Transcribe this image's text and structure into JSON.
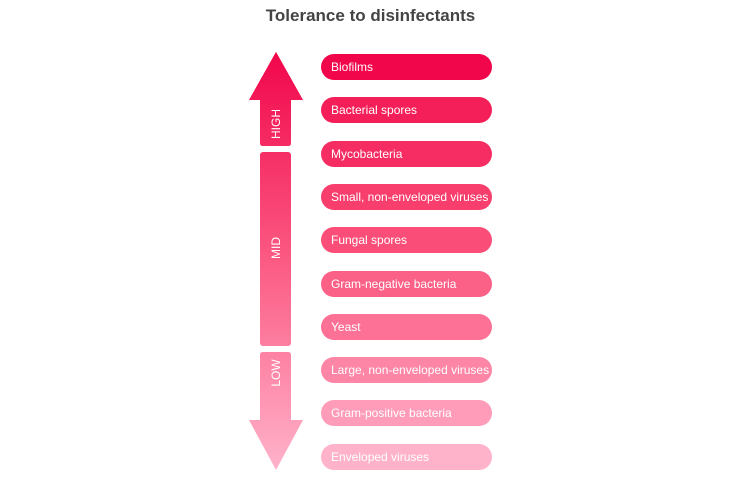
{
  "title": "Tolerance to disinfectants",
  "levels": {
    "high": "HIGH",
    "mid": "MID",
    "low": "LOW"
  },
  "items": [
    {
      "label": "Biofilms",
      "color": "#f1064b"
    },
    {
      "label": "Bacterial spores",
      "color": "#f41f58"
    },
    {
      "label": "Mycobacteria",
      "color": "#f62d62"
    },
    {
      "label": "Small, non-enveloped viruses",
      "color": "#f83e6d"
    },
    {
      "label": "Fungal spores",
      "color": "#fa4e79"
    },
    {
      "label": "Gram-negative bacteria",
      "color": "#fb6087"
    },
    {
      "label": "Yeast",
      "color": "#fc7195"
    },
    {
      "label": "Large, non-enveloped viruses",
      "color": "#fd85a6"
    },
    {
      "label": "Gram-positive bacteria",
      "color": "#fe9cb9"
    },
    {
      "label": "Enveloped viruses",
      "color": "#ffb3cb"
    }
  ]
}
